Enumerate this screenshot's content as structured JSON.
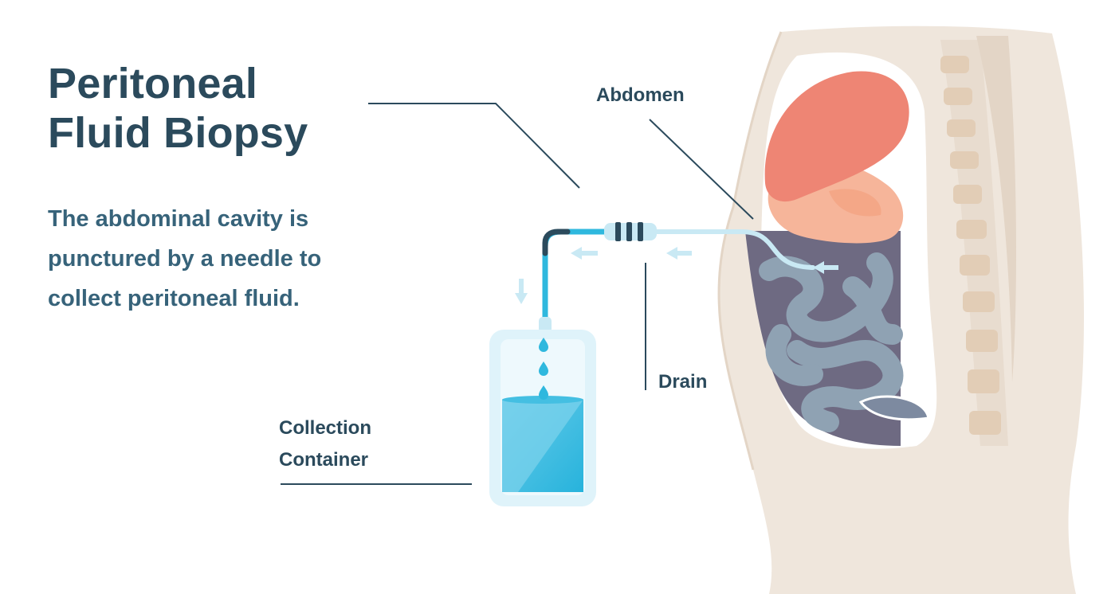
{
  "title": {
    "line1": "Peritoneal",
    "line2": "Fluid Biopsy"
  },
  "description": "The abdominal cavity is punctured by a needle to collect peritoneal fluid.",
  "labels": {
    "abdomen": "Abdomen",
    "drain": "Drain",
    "container_line1": "Collection",
    "container_line2": "Container"
  },
  "colors": {
    "heading": "#2b4a5c",
    "body_text": "#37637a",
    "skin": "#efe6dc",
    "fluid": "#2fb8de",
    "tube": "#8fd0e8",
    "organ": "#ee8574",
    "intestine": "#8fa2b3"
  },
  "icons": [
    "flow-arrow-icon",
    "drop-icon"
  ]
}
